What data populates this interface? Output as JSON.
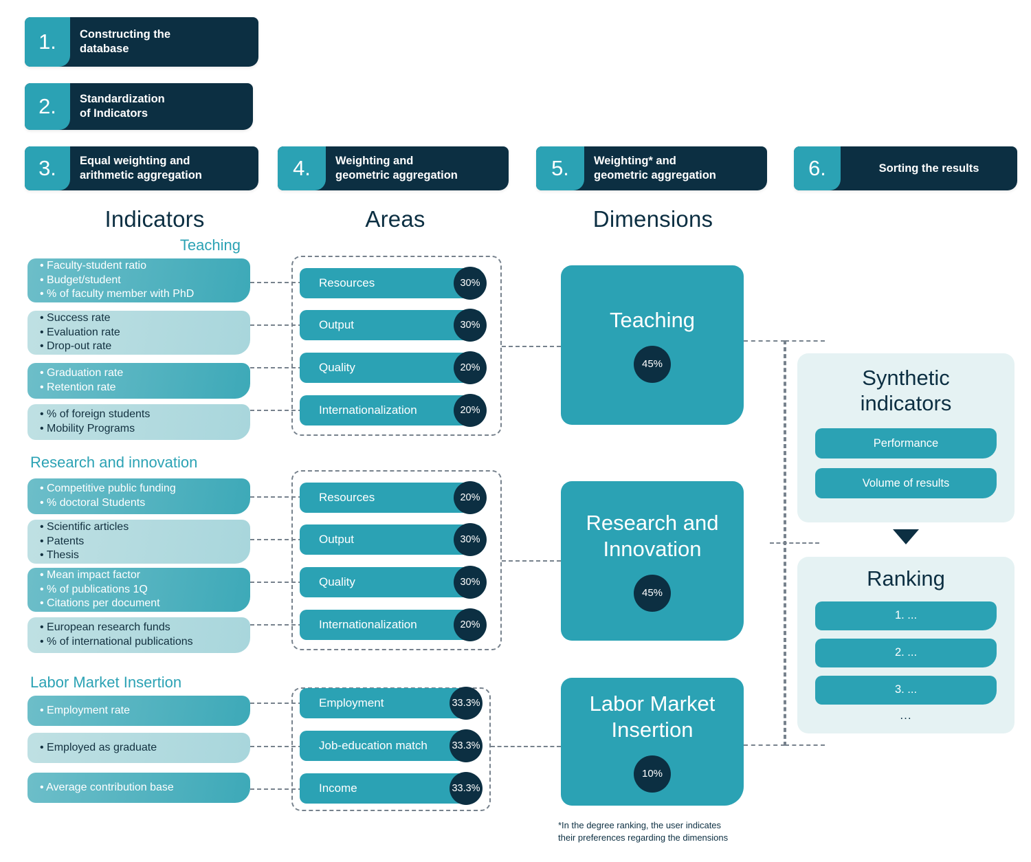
{
  "steps": [
    {
      "num": "1.",
      "title": "Constructing the\ndatabase"
    },
    {
      "num": "2.",
      "title": "Standardization\nof Indicators"
    },
    {
      "num": "3.",
      "title": "Equal weighting and\narithmetic aggregation"
    },
    {
      "num": "4.",
      "title": "Weighting and\ngeometric aggregation"
    },
    {
      "num": "5.",
      "title": "Weighting* and\ngeometric aggregation"
    },
    {
      "num": "6.",
      "title": "Sorting the results"
    }
  ],
  "columns": {
    "indicators": "Indicators",
    "areas": "Areas",
    "dimensions": "Dimensions"
  },
  "groups": [
    {
      "label": "Teaching",
      "indicator_cards": [
        {
          "style": "dark",
          "items": [
            "• Faculty-student ratio",
            "• Budget/student",
            "• % of faculty member with PhD"
          ]
        },
        {
          "style": "light",
          "items": [
            "• Success rate",
            "• Evaluation rate",
            "• Drop-out rate"
          ]
        },
        {
          "style": "dark",
          "items": [
            "• Graduation rate",
            "• Retention rate"
          ]
        },
        {
          "style": "light",
          "items": [
            "• % of foreign students",
            "• Mobility Programs"
          ]
        }
      ],
      "areas": [
        {
          "label": "Resources",
          "weight": "30%"
        },
        {
          "label": "Output",
          "weight": "30%"
        },
        {
          "label": "Quality",
          "weight": "20%"
        },
        {
          "label": "Internationalization",
          "weight": "20%"
        }
      ],
      "dimension": {
        "title": "Teaching",
        "weight": "45%"
      }
    },
    {
      "label": "Research and innovation",
      "indicator_cards": [
        {
          "style": "dark",
          "items": [
            "• Competitive public funding",
            "• % doctoral Students"
          ]
        },
        {
          "style": "light",
          "items": [
            "• Scientific articles",
            "• Patents",
            "• Thesis"
          ]
        },
        {
          "style": "dark",
          "items": [
            "• Mean impact factor",
            "• % of publications 1Q",
            "• Citations per document"
          ]
        },
        {
          "style": "light",
          "items": [
            "• European research funds",
            "• % of international publications"
          ]
        }
      ],
      "areas": [
        {
          "label": "Resources",
          "weight": "20%"
        },
        {
          "label": "Output",
          "weight": "30%"
        },
        {
          "label": "Quality",
          "weight": "30%"
        },
        {
          "label": "Internationalization",
          "weight": "20%"
        }
      ],
      "dimension": {
        "title": "Research and\nInnovation",
        "weight": "45%"
      }
    },
    {
      "label": "Labor Market Insertion",
      "indicator_cards": [
        {
          "style": "dark",
          "items": [
            "• Employment rate"
          ]
        },
        {
          "style": "light",
          "items": [
            "• Employed as graduate"
          ]
        },
        {
          "style": "dark",
          "items": [
            "• Average contribution base"
          ]
        }
      ],
      "areas": [
        {
          "label": "Employment",
          "weight": "33.3%"
        },
        {
          "label": "Job-education match",
          "weight": "33.3%"
        },
        {
          "label": "Income",
          "weight": "33.3%"
        }
      ],
      "dimension": {
        "title": "Labor Market\nInsertion",
        "weight": "10%"
      }
    }
  ],
  "synthetic": {
    "title": "Synthetic\nindicators",
    "rows": [
      "Performance",
      "Volume of results"
    ]
  },
  "ranking": {
    "title": "Ranking",
    "rows": [
      "1.  ...",
      "2.  ...",
      "3.  ..."
    ],
    "ellipsis": "..."
  },
  "footnote": "*In the degree ranking, the user indicates\ntheir preferences regarding the dimensions",
  "colors": {
    "teal": "#2ba2b4",
    "navy": "#0c2f42",
    "light_panel": "#e5f2f3",
    "dash": "#76818c"
  }
}
